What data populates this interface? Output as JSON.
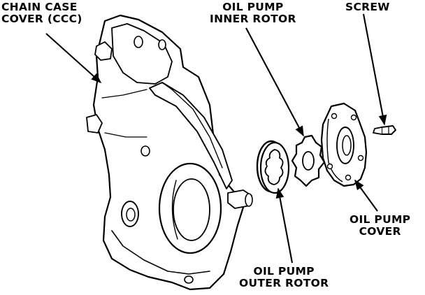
{
  "labels": {
    "ccc_line1": "CHAIN CASE",
    "ccc_line2": "COVER (CCC)",
    "inner_line1": "OIL PUMP",
    "inner_line2": "INNER ROTOR",
    "screw": "SCREW",
    "cover_line1": "OIL PUMP",
    "cover_line2": "COVER",
    "outer_line1": "OIL PUMP",
    "outer_line2": "OUTER ROTOR"
  },
  "colors": {
    "ink": "#000000",
    "paper": "#ffffff"
  }
}
